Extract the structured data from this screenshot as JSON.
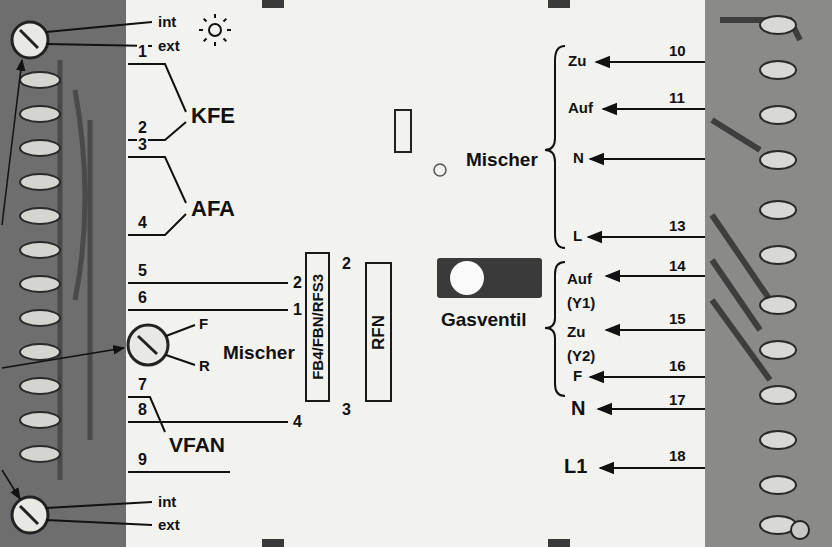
{
  "diagram": {
    "nodes": [
      {
        "text": [
          "FB4/FBN/RFS3"
        ]
      },
      {
        "text": [
          "RFN"
        ]
      }
    ],
    "labels": [
      "int",
      "ext",
      "1",
      "2",
      "KFE",
      "3",
      "4",
      "AFA",
      "5",
      "2",
      "6",
      "1",
      "F",
      "R",
      "Mischer",
      "7",
      "8",
      "4",
      "VFAN",
      "9",
      "int",
      "ext",
      "2",
      "3",
      "Gasventil",
      "Mischer",
      "Zu",
      "10",
      "Auf",
      "11",
      "N",
      "L",
      "13",
      "Auf (Y1)",
      "14",
      "Zu (Y2)",
      "15",
      "F",
      "16",
      "N",
      "17",
      "L1",
      "18"
    ]
  }
}
